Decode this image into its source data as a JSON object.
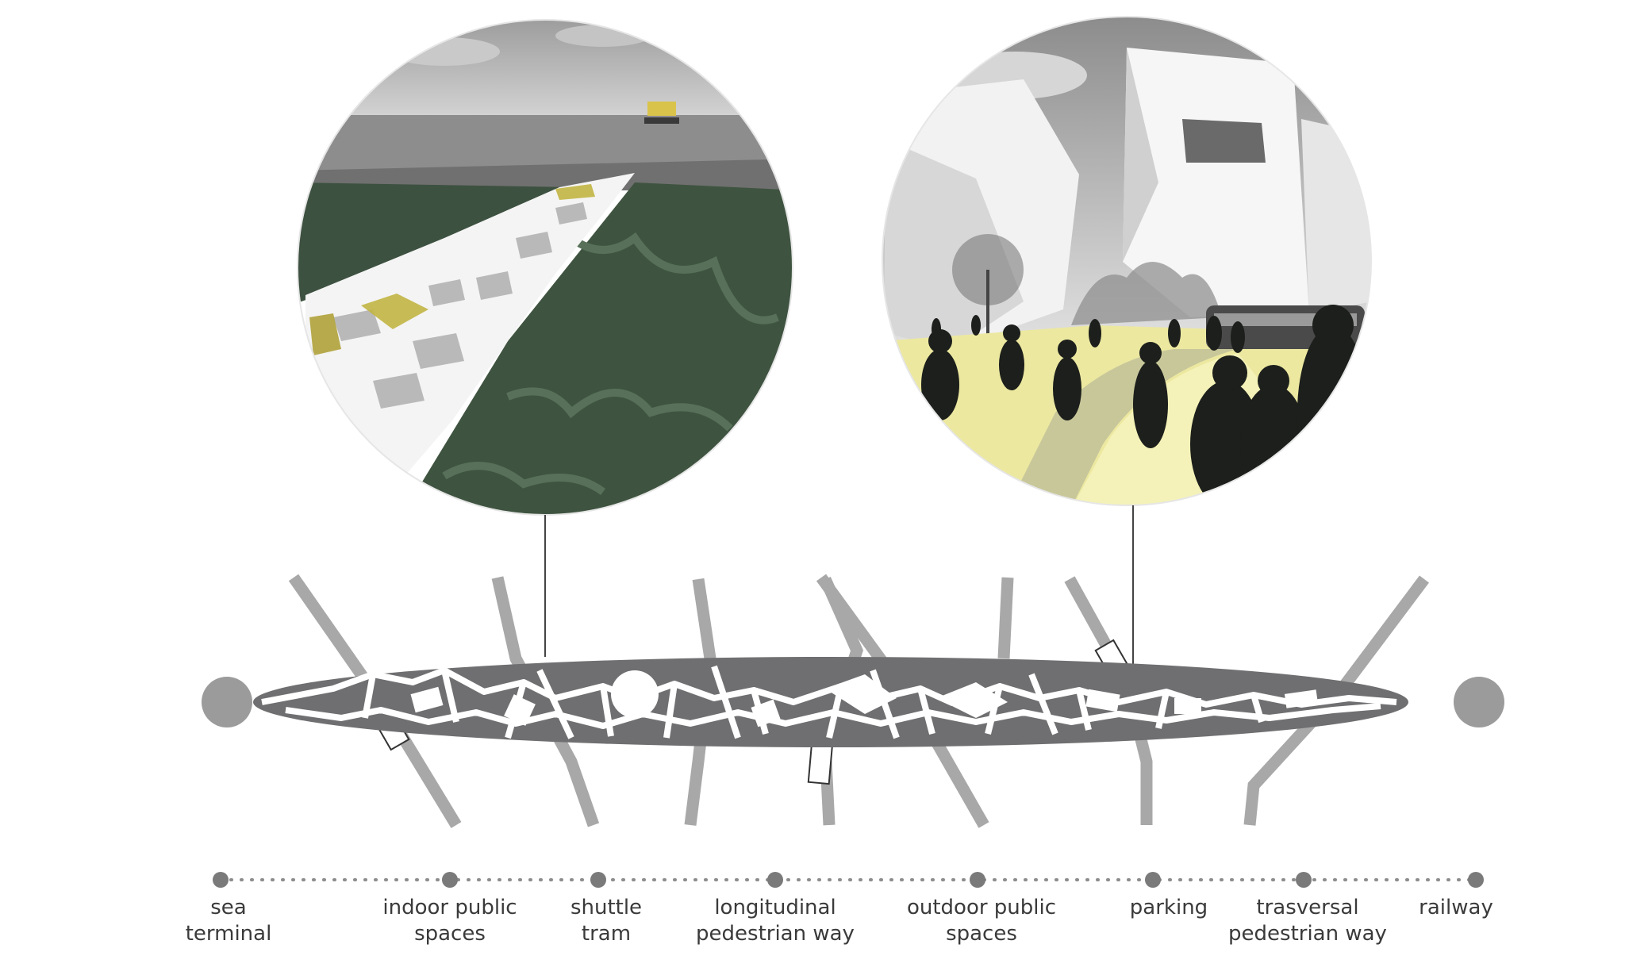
{
  "diagram": {
    "colors": {
      "corridor": "#6f6f71",
      "fabric": "#ffffff",
      "roads": "#a8a8a8",
      "terminal": "#9b9b9b",
      "connector": "#444444",
      "dots": "#7a7a7a",
      "forest": "#3f5440",
      "sea": "#8d8d8d",
      "plaza": "#ece8a0",
      "silhouette": "#1c1f1b",
      "accent": "#c2b544"
    },
    "views": [
      {
        "name": "aerial-view",
        "depicts": "sea, forest, white building fabric"
      },
      {
        "name": "street-view",
        "depicts": "white towers, tram, crowd of pedestrians"
      }
    ],
    "legend": [
      {
        "key": "sea-terminal",
        "label": "sea\nterminal"
      },
      {
        "key": "indoor-public-spaces",
        "label": "indoor public\nspaces"
      },
      {
        "key": "shuttle-tram",
        "label": "shuttle\ntram"
      },
      {
        "key": "longitudinal-pedestrian-way",
        "label": "longitudinal\npedestrian way"
      },
      {
        "key": "outdoor-public-spaces",
        "label": "outdoor public\nspaces"
      },
      {
        "key": "parking",
        "label": "parking"
      },
      {
        "key": "trasversal-pedestrian-way",
        "label": "trasversal\npedestrian way"
      },
      {
        "key": "railway",
        "label": "railway"
      }
    ]
  }
}
